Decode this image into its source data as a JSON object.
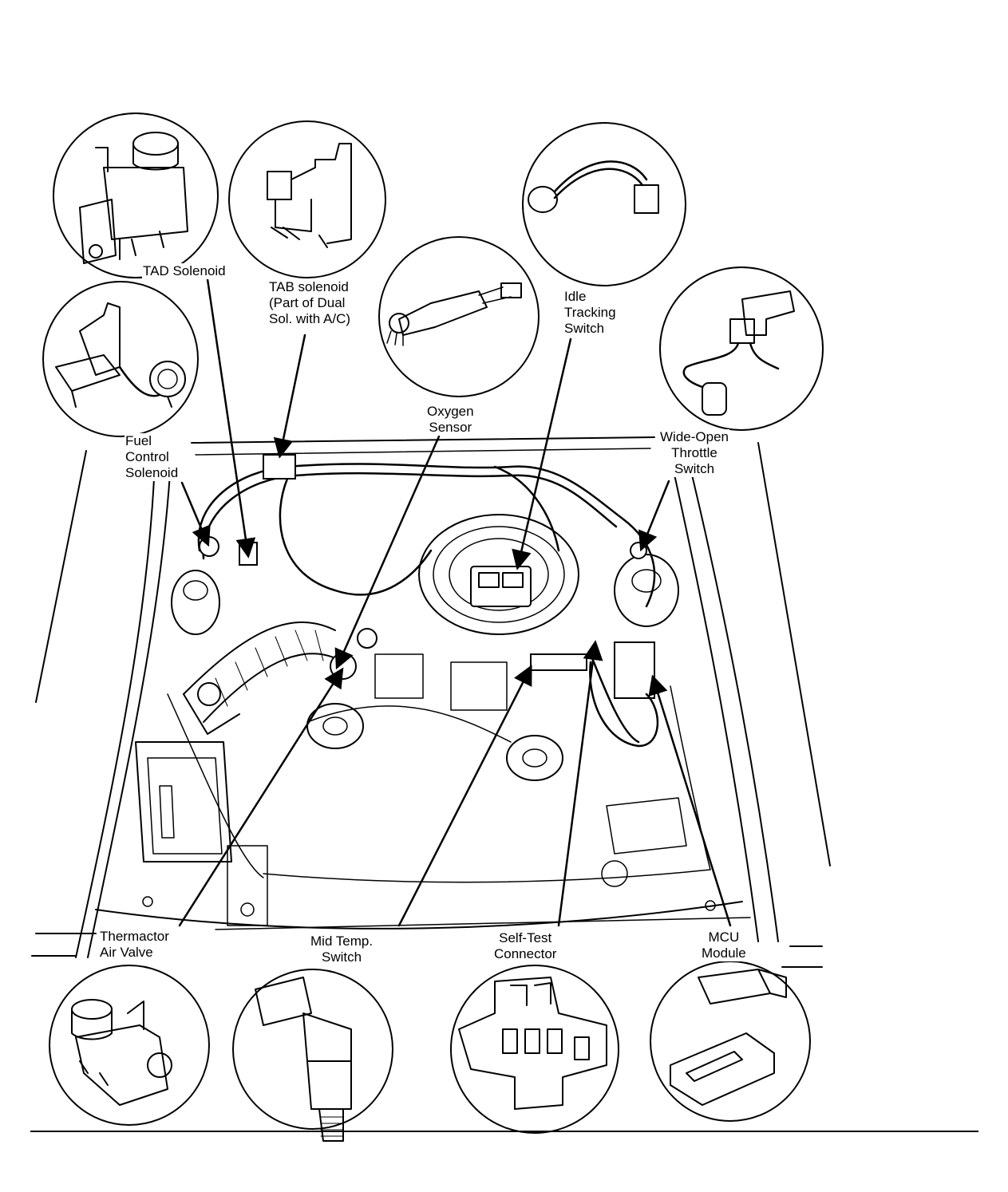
{
  "labels": {
    "tad_solenoid": "TAD Solenoid",
    "tab_solenoid": [
      "TAB solenoid",
      "(Part of Dual",
      "Sol. with A/C)"
    ],
    "idle_tracking_switch": [
      "Idle",
      "Tracking",
      "Switch"
    ],
    "oxygen_sensor": [
      "Oxygen",
      "Sensor"
    ],
    "fuel_control_solenoid": [
      "Fuel",
      "Control",
      "Solenoid"
    ],
    "wide_open_throttle_switch": [
      "Wide-Open",
      "Throttle",
      "Switch"
    ],
    "thermactor_air_valve": [
      "Thermactor",
      "Air Valve"
    ],
    "mid_temp_switch": [
      "Mid Temp.",
      "Switch"
    ],
    "self_test_connector": [
      "Self-Test",
      "Connector"
    ],
    "mcu_module": [
      "MCU",
      "Module"
    ]
  }
}
